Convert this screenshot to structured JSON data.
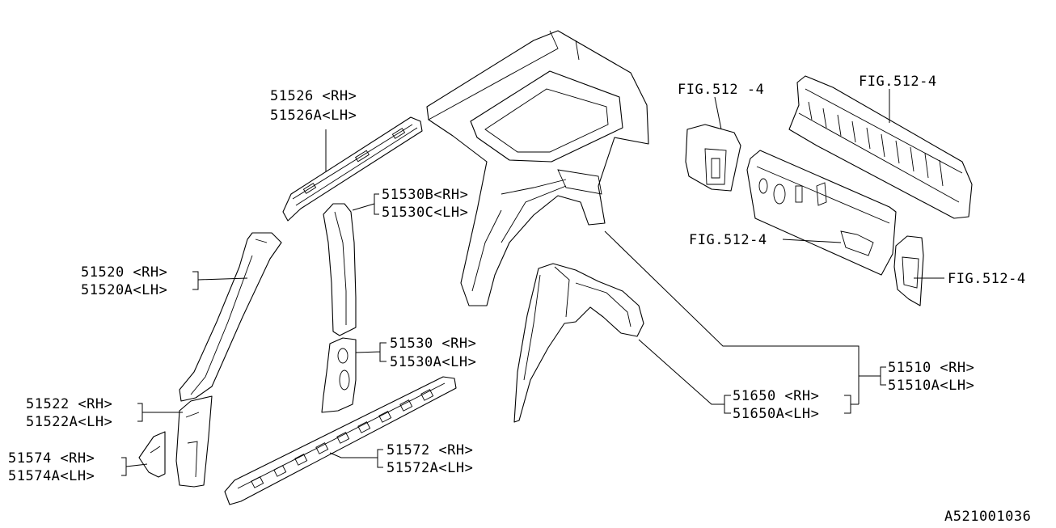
{
  "labels": {
    "p51526": {
      "rh": "51526 <RH>",
      "lh": "51526A<LH>"
    },
    "p51530b": {
      "rh": "51530B<RH>",
      "lh": "51530C<LH>"
    },
    "p51520": {
      "rh": "51520 <RH>",
      "lh": "51520A<LH>"
    },
    "p51530": {
      "rh": "51530 <RH>",
      "lh": "51530A<LH>"
    },
    "p51522": {
      "rh": "51522 <RH>",
      "lh": "51522A<LH>"
    },
    "p51574": {
      "rh": "51574 <RH>",
      "lh": "51574A<LH>"
    },
    "p51572": {
      "rh": "51572 <RH>",
      "lh": "51572A<LH>"
    },
    "p51650": {
      "rh": "51650 <RH>",
      "lh": "51650A<LH>"
    },
    "p51510": {
      "rh": "51510 <RH>",
      "lh": "51510A<LH>"
    },
    "fig_refs": [
      "FIG.512 -4",
      "FIG.512-4",
      "FIG.512-4",
      "FIG.512-4"
    ]
  },
  "diagram_id": "A521001036"
}
